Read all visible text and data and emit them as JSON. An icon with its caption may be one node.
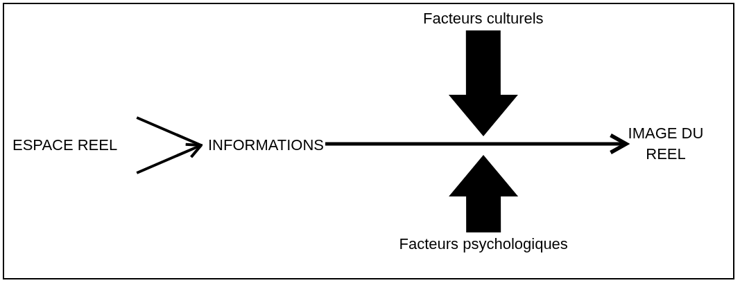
{
  "diagram": {
    "nodes": [
      {
        "text": [
          "ESPACE REEL"
        ]
      },
      {
        "text": [
          "INFORMATIONS"
        ]
      },
      {
        "text": [
          "IMAGE DU REEL"
        ]
      },
      {
        "text": [
          "Facteurs culturels"
        ]
      },
      {
        "text": [
          "Facteurs psychologiques"
        ]
      }
    ],
    "edges": [
      {
        "from": 0,
        "to": 1,
        "arrow": "to"
      },
      {
        "from": 1,
        "to": 2,
        "arrow": "to"
      },
      {
        "from": 3,
        "to": null,
        "arrow": "to",
        "style": "thick"
      },
      {
        "from": 4,
        "to": null,
        "arrow": "to",
        "style": "thick"
      }
    ]
  }
}
